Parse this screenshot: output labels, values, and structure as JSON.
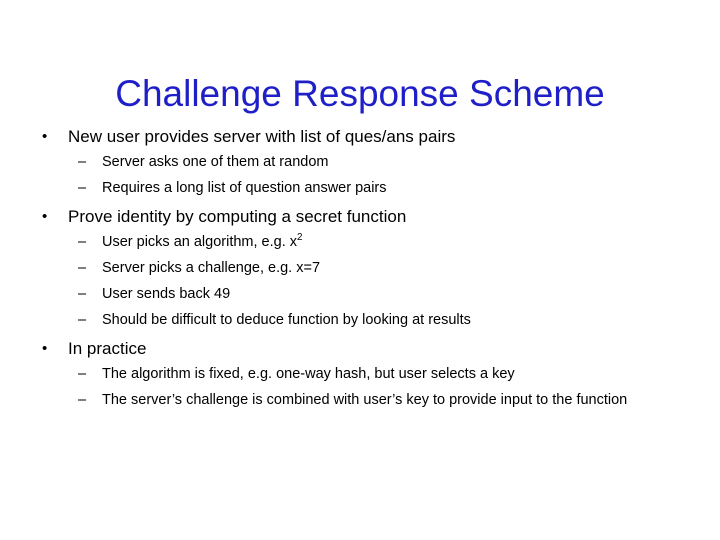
{
  "slide": {
    "title": "Challenge Response Scheme",
    "title_color": "#1f1fc8",
    "background_color": "#ffffff",
    "text_color": "#000000",
    "bullet_glyph": "•",
    "dash_glyph": "–",
    "groups": [
      {
        "bullet": "New user provides server with list of ques/ans pairs",
        "sub": [
          "Server asks one of them at random",
          "Requires a long list of question answer pairs"
        ]
      },
      {
        "bullet": "Prove identity by computing a secret function",
        "sub": [
          "User picks an algorithm, e.g. x",
          "Server picks a challenge, e.g. x=7",
          "User sends back 49",
          "Should be difficult to deduce function by looking at results"
        ],
        "sub_0_superscript": "2"
      },
      {
        "bullet": "In practice",
        "sub": [
          "The algorithm is fixed, e.g. one-way hash, but user selects a key",
          "The server’s challenge is combined with user’s key to provide input to the function"
        ]
      }
    ]
  }
}
